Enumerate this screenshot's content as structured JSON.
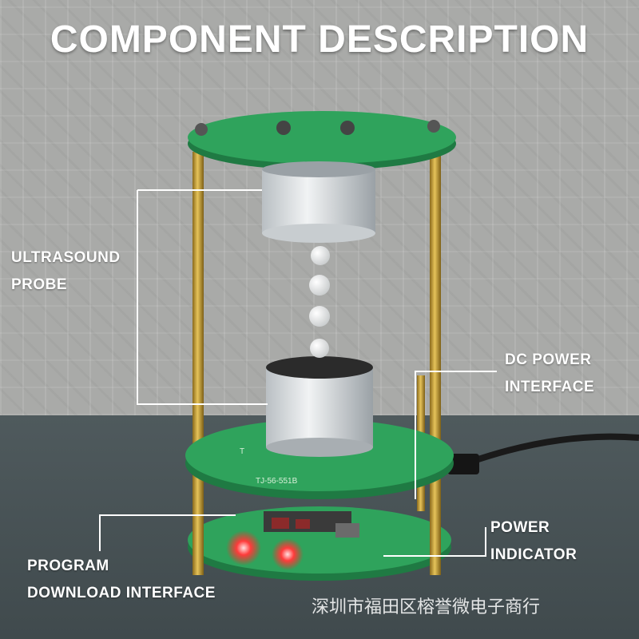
{
  "title": "COMPONENT DESCRIPTION",
  "labels": {
    "ultrasound_probe": [
      "ULTRASOUND",
      "PROBE"
    ],
    "dc_power_interface": [
      "DC POWER",
      "INTERFACE"
    ],
    "power_indicator": [
      "POWER",
      "INDICATOR"
    ],
    "program_download_interface": [
      "PROGRAM",
      "DOWNLOAD INTERFACE"
    ]
  },
  "board_text": {
    "model": "TJ-56-551B",
    "marker": "T"
  },
  "watermark": "深圳市福田区榕誉微电子商行",
  "colors": {
    "pcb_green": "#2fa35c",
    "brass_pillar": "#c9a23a",
    "led_red": "#ff3b3b",
    "callout_line": "#ffffff"
  }
}
